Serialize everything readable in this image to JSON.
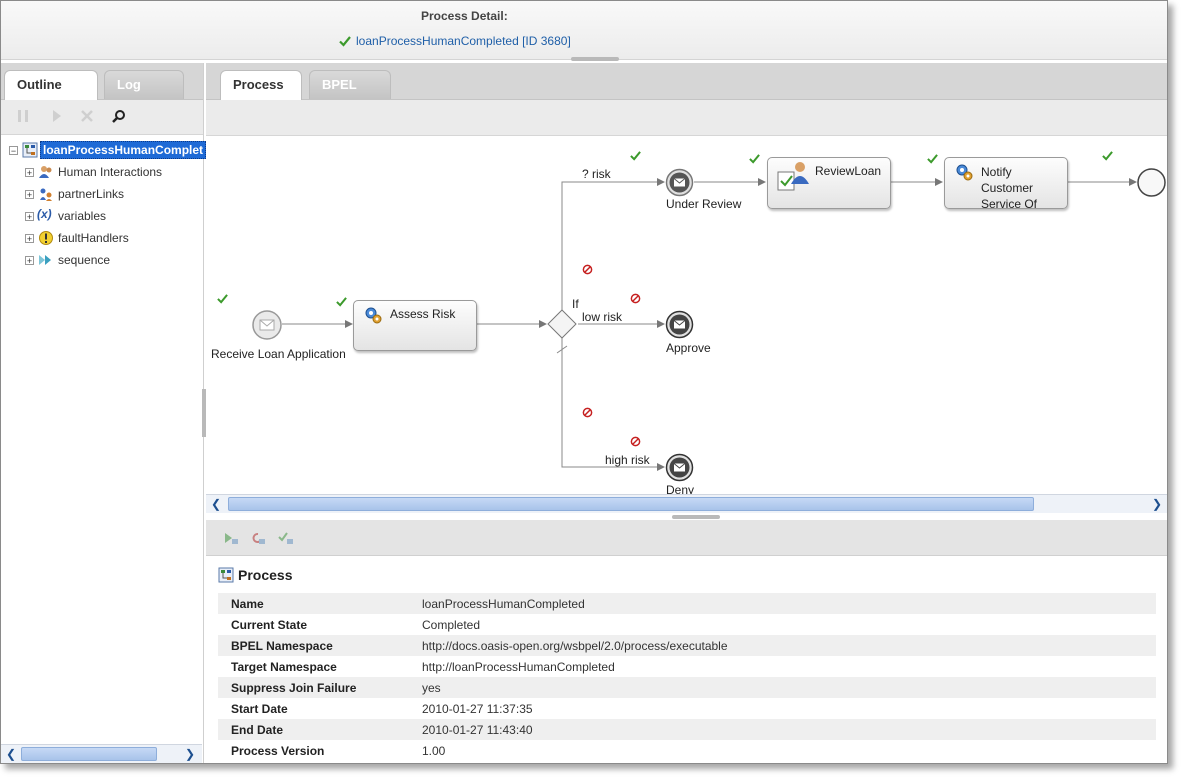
{
  "header": {
    "title": "Process Detail:",
    "process_link": "loanProcessHumanCompleted [ID 3680]"
  },
  "left_panel": {
    "tabs": [
      {
        "label": "Outline",
        "active": true
      },
      {
        "label": "Log",
        "active": false
      }
    ],
    "toolbar": [
      "pause-icon",
      "play-icon",
      "stop-icon",
      "search-icon"
    ],
    "tree": {
      "root": "loanProcessHumanComplet",
      "children": [
        {
          "label": "Human Interactions",
          "icon": "people-icon"
        },
        {
          "label": "partnerLinks",
          "icon": "partner-link-icon"
        },
        {
          "label": "variables",
          "icon": "variables-icon"
        },
        {
          "label": "faultHandlers",
          "icon": "fault-icon"
        },
        {
          "label": "sequence",
          "icon": "sequence-icon"
        }
      ]
    }
  },
  "main_panel": {
    "tabs": [
      {
        "label": "Process",
        "active": true
      },
      {
        "label": "BPEL",
        "active": false
      }
    ]
  },
  "diagram": {
    "nodes": {
      "receive": "Receive Loan Application",
      "assess": "Assess Risk",
      "if": "If",
      "under_review": "Under Review",
      "review_loan": "ReviewLoan",
      "notify": "Notify Customer Service Of",
      "approve": "Approve",
      "deny": "Deny"
    },
    "edges": {
      "risk": "? risk",
      "low_risk": "low risk",
      "high_risk": "high risk"
    }
  },
  "detail": {
    "title": "Process",
    "toolbar": [
      "resume-icon",
      "retry-icon",
      "complete-icon"
    ],
    "properties": [
      {
        "key": "Name",
        "value": "loanProcessHumanCompleted"
      },
      {
        "key": "Current State",
        "value": "Completed"
      },
      {
        "key": "BPEL Namespace",
        "value": "http://docs.oasis-open.org/wsbpel/2.0/process/executable"
      },
      {
        "key": "Target Namespace",
        "value": "http://loanProcessHumanCompleted"
      },
      {
        "key": "Suppress Join Failure",
        "value": "yes"
      },
      {
        "key": "Start Date",
        "value": "2010-01-27 11:37:35"
      },
      {
        "key": "End Date",
        "value": "2010-01-27 11:43:40"
      },
      {
        "key": "Process Version",
        "value": "1.00"
      }
    ]
  },
  "colors": {
    "link": "#1f5fa8",
    "selection": "#1e6ad6",
    "check": "#3c9a2c",
    "skip": "#c62020"
  }
}
